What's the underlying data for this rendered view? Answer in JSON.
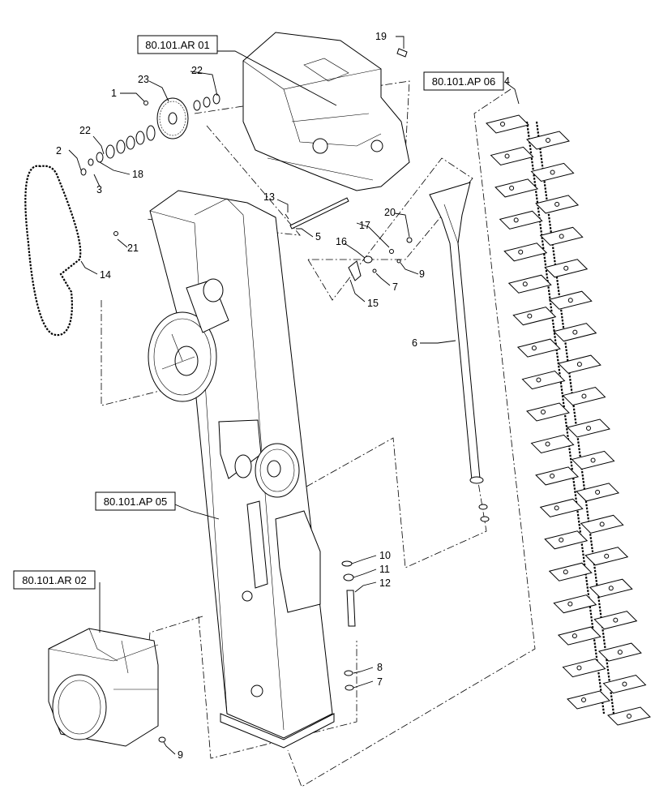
{
  "reference_boxes": {
    "ar01": "80.101.AR 01",
    "ap06": "80.101.AP 06",
    "ap05": "80.101.AP 05",
    "ar02": "80.101.AR 02"
  },
  "callouts": {
    "c1": "1",
    "c2": "2",
    "c3": "3",
    "c4": "4",
    "c5": "5",
    "c6": "6",
    "c7a": "7",
    "c7b": "7",
    "c8": "8",
    "c9a": "9",
    "c9b": "9",
    "c10": "10",
    "c11": "11",
    "c12": "12",
    "c13": "13",
    "c14": "14",
    "c15": "15",
    "c16": "16",
    "c17": "17",
    "c18": "18",
    "c19": "19",
    "c20": "20",
    "c21": "21",
    "c22a": "22",
    "c22b": "22",
    "c23": "23"
  },
  "colors": {
    "line": "#000000",
    "background": "#ffffff"
  }
}
